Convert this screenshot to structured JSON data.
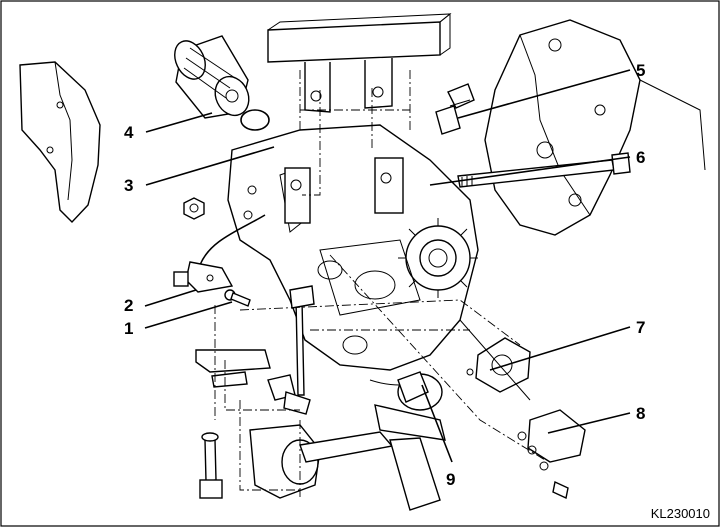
{
  "callouts": [
    {
      "id": "1",
      "label": "1"
    },
    {
      "id": "2",
      "label": "2"
    },
    {
      "id": "3",
      "label": "3"
    },
    {
      "id": "4",
      "label": "4"
    },
    {
      "id": "5",
      "label": "5"
    },
    {
      "id": "6",
      "label": "6"
    },
    {
      "id": "7",
      "label": "7"
    },
    {
      "id": "8",
      "label": "8"
    },
    {
      "id": "9",
      "label": "9"
    }
  ],
  "figure_code": "KL230010"
}
